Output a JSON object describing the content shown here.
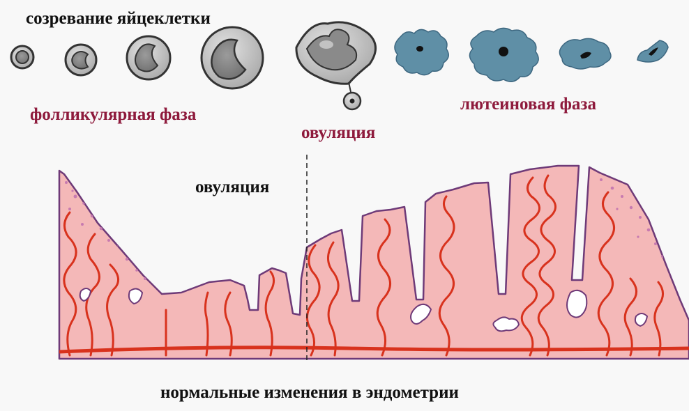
{
  "labels": {
    "egg_maturation": "созревание яйцеклетки",
    "follicular_phase": "фолликулярная фаза",
    "ovulation_top": "овуляция",
    "luteal_phase": "лютеиновая фаза",
    "ovulation_line": "овуляция",
    "caption": "нормальные изменения в эндометрии"
  },
  "colors": {
    "background": "#f8f8f8",
    "phase_label": "#8e1a3c",
    "text": "#111111",
    "follicle_fill": "#b8b8b8",
    "follicle_stroke": "#333333",
    "corpus_luteum": "#5f8fa6",
    "endometrium": "#f4b8b8",
    "endometrium_outline": "#6e3a78",
    "vessel": "#d8321d",
    "stroma_speckle": "#c77ab0"
  }
}
